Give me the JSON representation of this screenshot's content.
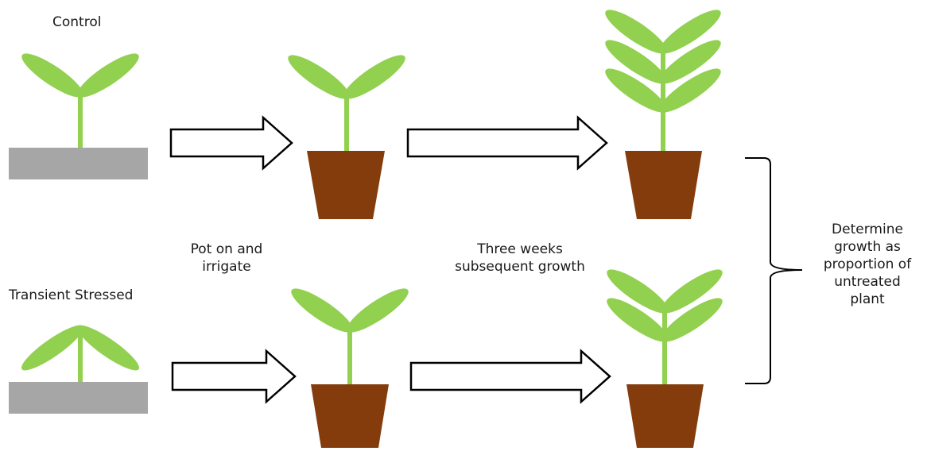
{
  "labels": {
    "control": "Control",
    "transient_stressed": "Transient Stressed",
    "pot_on_line1": "Pot on and",
    "pot_on_line2": "irrigate",
    "three_weeks_line1": "Three weeks",
    "three_weeks_line2": "subsequent growth",
    "determine_line1": "Determine",
    "determine_line2": "growth as",
    "determine_line3": "proportion of",
    "determine_line4": "untreated",
    "determine_line5": "plant"
  },
  "colors": {
    "leaf": "#92d050",
    "pot": "#843c0c",
    "ground": "#a6a6a6",
    "arrow_fill": "#ffffff",
    "arrow_stroke": "#000000"
  }
}
